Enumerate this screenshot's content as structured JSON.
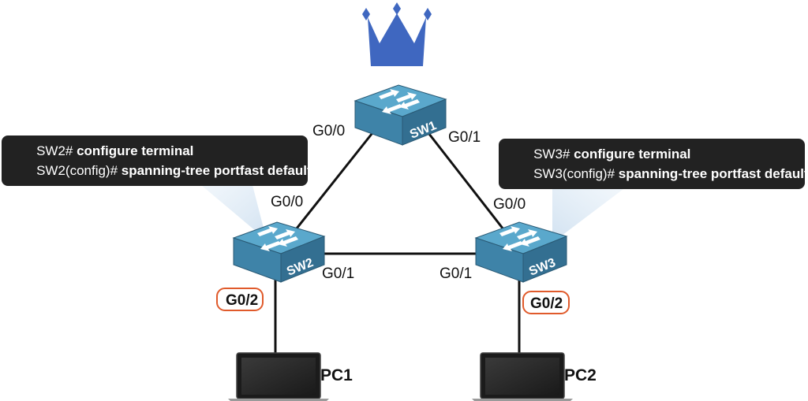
{
  "colors": {
    "switch_top": "#56a4c8",
    "switch_front": "#3c7fa3",
    "switch_side": "#2f6a8b",
    "crown": "#3f67c0",
    "callout_bg": "#222222",
    "beam": "#d4e3f1",
    "highlight_border": "#e05a2b"
  },
  "root_icon": "crown-icon",
  "switches": {
    "sw1": {
      "name": "SW1"
    },
    "sw2": {
      "name": "SW2"
    },
    "sw3": {
      "name": "SW3"
    }
  },
  "ports": {
    "sw1_g00": "G0/0",
    "sw1_g01": "G0/1",
    "sw2_g00": "G0/0",
    "sw2_g01": "G0/1",
    "sw2_g02": "G0/2",
    "sw3_g00": "G0/0",
    "sw3_g01": "G0/1",
    "sw3_g02": "G0/2"
  },
  "pcs": {
    "pc1": {
      "name": "PC1"
    },
    "pc2": {
      "name": "PC2"
    }
  },
  "callouts": {
    "sw2": {
      "line1_prompt": "SW2# ",
      "line1_cmd": "configure terminal",
      "line2_prompt": "SW2(config)# ",
      "line2_cmd": "spanning-tree portfast default"
    },
    "sw3": {
      "line1_prompt": "SW3# ",
      "line1_cmd": "configure terminal",
      "line2_prompt": "SW3(config)# ",
      "line2_cmd": "spanning-tree portfast default"
    }
  }
}
